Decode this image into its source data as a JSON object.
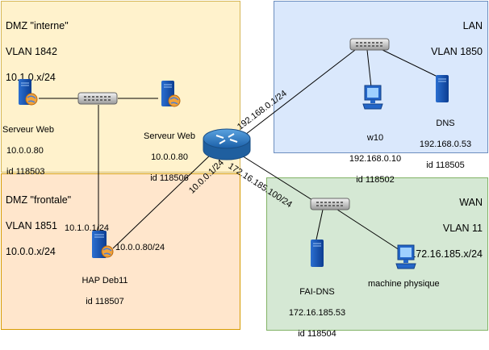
{
  "zones": {
    "dmz_interne": {
      "title": "DMZ \"interne\"",
      "vlan": "VLAN 1842",
      "subnet": "10.1.0.x/24",
      "fill": "#fff2cc",
      "stroke": "#d6b656"
    },
    "lan": {
      "title": "LAN",
      "vlan": "VLAN 1850",
      "fill": "#dae8fc",
      "stroke": "#6c8ebf"
    },
    "dmz_frontale": {
      "title": "DMZ \"frontale\"",
      "vlan": "VLAN 1851",
      "subnet": "10.0.0.x/24",
      "fill": "#ffe6cc",
      "stroke": "#d79b00"
    },
    "wan": {
      "title": "WAN",
      "vlan": "VLAN 11",
      "subnet": "172.16.185.x/24",
      "fill": "#d5e8d4",
      "stroke": "#82b366"
    }
  },
  "nodes": {
    "web1": {
      "name": "Serveur Web",
      "ip": "10.0.0.80",
      "id": "id 118503"
    },
    "web2": {
      "name": "Serveur Web",
      "ip": "10.0.0.80",
      "id": "id 118506"
    },
    "w10": {
      "name": "w10",
      "ip": "192.168.0.10",
      "id": "id 118502"
    },
    "dns": {
      "name": "DNS",
      "ip": "192.168.0.53",
      "id": "id 118505"
    },
    "hap": {
      "name": "HAP Deb11",
      "id": "id 118507",
      "ip_left": "10.1.0.1/24",
      "ip_right": "10.0.0.80/24"
    },
    "fai_dns": {
      "name": "FAI-DNS",
      "ip": "172.16.185.53",
      "id": "id 118504"
    },
    "physical": {
      "name": "machine physique"
    }
  },
  "router_links": {
    "lan": "192.168.0.1/24",
    "frontale": "10.0.0.1/24",
    "wan": "172.16.185.100/24"
  },
  "icons": {
    "server": "server-icon",
    "switch": "switch-icon",
    "router": "router-icon",
    "workstation": "workstation-icon"
  }
}
